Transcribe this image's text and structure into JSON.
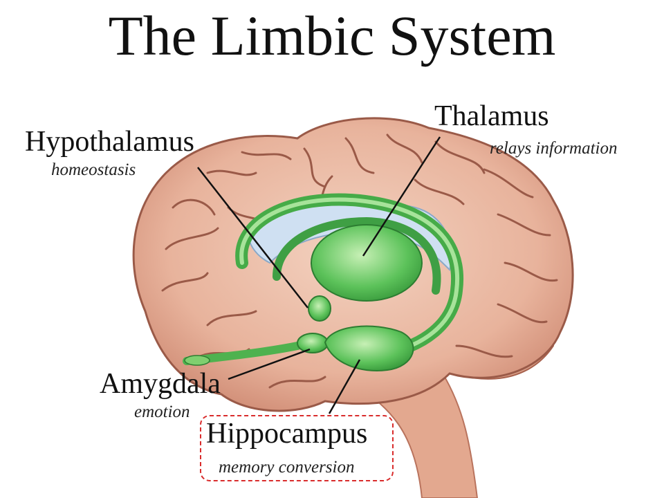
{
  "title": "The Limbic System",
  "labels": {
    "hypothalamus": {
      "name": "Hypothalamus",
      "function": "homeostasis"
    },
    "thalamus": {
      "name": "Thalamus",
      "function": "relays information"
    },
    "amygdala": {
      "name": "Amygdala",
      "function": "emotion"
    },
    "hippocampus": {
      "name": "Hippocampus",
      "function": "memory conversion"
    }
  },
  "colors": {
    "brain": "#e8b39c",
    "brain_folds": "#9a5a48",
    "limbic": "#4fb24f",
    "limbic_light": "#9fdc8f",
    "ventricle": "#cfe0f2",
    "highlight_box": "#d92b2b"
  }
}
